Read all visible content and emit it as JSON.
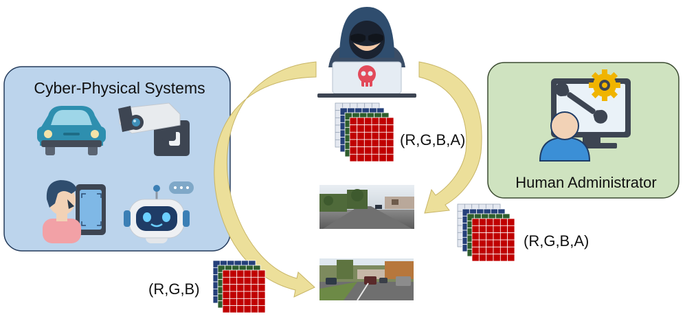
{
  "cps_panel": {
    "title": "Cyber-Physical Systems",
    "bg_color": "#bcd4ec",
    "border_color": "#233a5a",
    "icons": [
      "car-icon",
      "security-camera-icon",
      "face-recognition-phone-icon",
      "chatbot-robot-icon"
    ]
  },
  "admin_panel": {
    "title": "Human Administrator",
    "bg_color": "#cfe3c0",
    "border_color": "#3a4a30",
    "icons": [
      "monitor-wrench-gear-icon",
      "administrator-person-icon"
    ]
  },
  "attacker": {
    "icon": "hooded-hacker-skull-laptop-icon"
  },
  "tensors": {
    "rgba_top": "(R,G,B,A)",
    "rgba_right": "(R,G,B,A)",
    "rgb_left": "(R,G,B)"
  },
  "colors": {
    "arrow": "#ecdf9a",
    "arrow_stroke": "#c7b464",
    "red_channel": "#c00000",
    "green_channel": "#2e5e2e",
    "blue_channel": "#25407a",
    "alpha_channel": "#e4e8f0"
  },
  "photos": [
    "street-scene-photo-attacked",
    "street-scene-photo-original"
  ]
}
